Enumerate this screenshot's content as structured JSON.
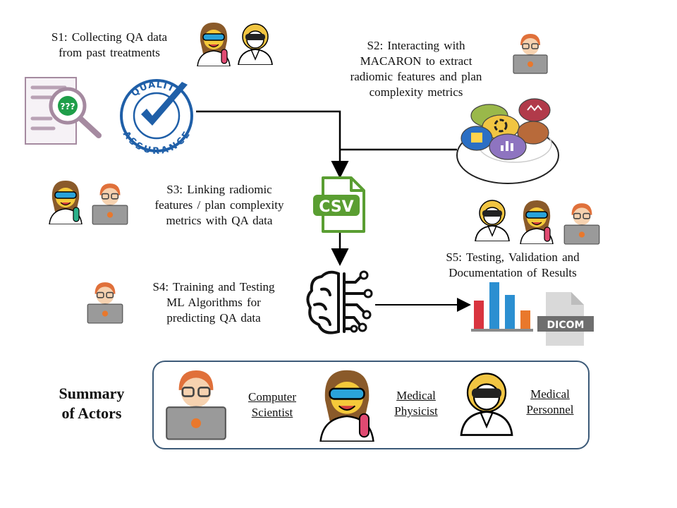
{
  "steps": {
    "s1": [
      "S1: Collecting QA data",
      "from past treatments"
    ],
    "s2": [
      "S2: Interacting  with",
      "MACARON  to extract",
      "radiomic features and plan",
      "complexity  metrics"
    ],
    "s3": [
      "S3: Linking radiomic",
      "features / plan complexity",
      "metrics with QA data"
    ],
    "s4": [
      "S4: Training  and Testing",
      "ML Algorithms  for",
      "predicting  QA data"
    ],
    "s5": [
      "S5: Testing, Validation and",
      "Documentation  of Results"
    ]
  },
  "badges": {
    "quality_top": "QUALITY",
    "quality_bottom": "ASSURANCE",
    "csv": "CSV",
    "dicom": "DICOM",
    "question": "???"
  },
  "summary": {
    "title": [
      "Summary",
      "of Actors"
    ],
    "roles": {
      "computer_scientist": [
        "Computer",
        "Scientist"
      ],
      "medical_physicist": [
        "Medical",
        "Physicist"
      ],
      "medical_personnel": [
        "Medical",
        "Personnel"
      ]
    }
  },
  "colors": {
    "qa_blue": "#1f5fa8",
    "csv_green": "#5a9e32",
    "arrow": "#000000",
    "box_border": "#3c5a78",
    "bar_red": "#d9343f",
    "bar_blue": "#2b8fd1",
    "bar_orange": "#e9782c",
    "laptop": "#9a9a9a",
    "hair_orange": "#e0703a",
    "hair_brown": "#8a5a2a",
    "hair_yellow": "#f1c542"
  },
  "icons": [
    "document-search-icon",
    "quality-assurance-badge-icon",
    "macaron-plate-icon",
    "csv-file-icon",
    "brain-circuit-icon",
    "bar-chart-icon",
    "dicom-file-icon",
    "computer-scientist-icon",
    "medical-physicist-icon",
    "medical-personnel-icon"
  ]
}
